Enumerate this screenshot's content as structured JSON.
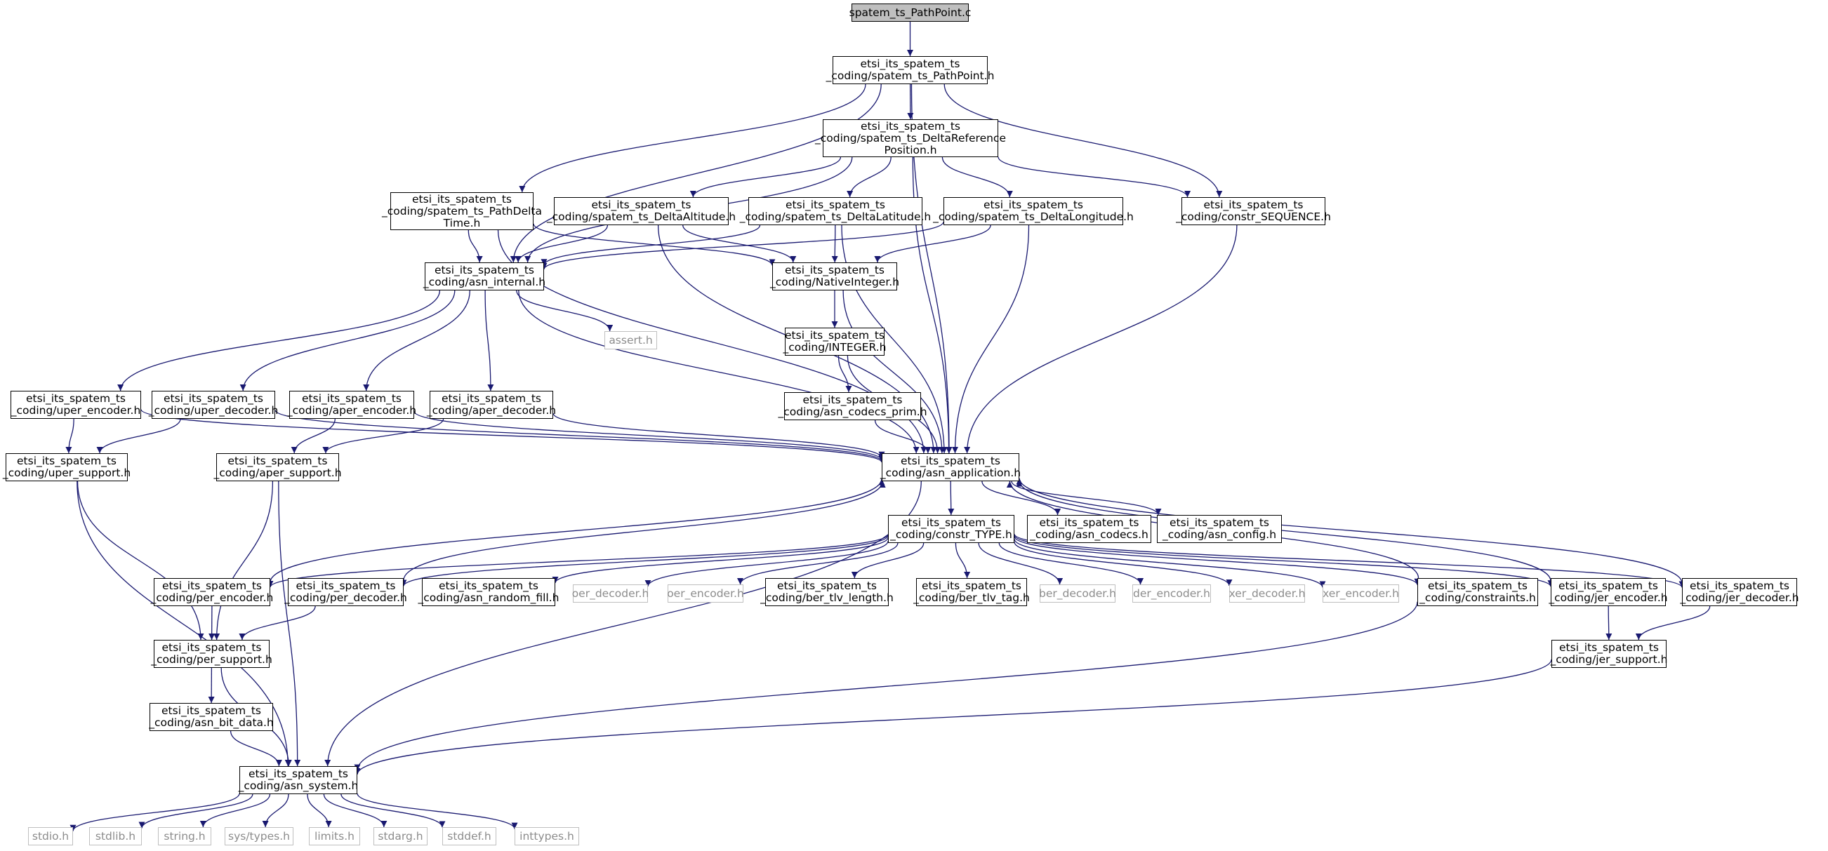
{
  "colors": {
    "edge": "#191970",
    "node_border": "#000000",
    "external_border": "#bfbfbf",
    "external_text": "#8c8c8c",
    "root_fill": "#bfbfbf"
  },
  "nodes": [
    {
      "id": "root",
      "label": "spatem_ts_PathPoint.c",
      "kind": "root"
    },
    {
      "id": "pathpoint",
      "label": "etsi_its_spatem_ts\n_coding/spatem_ts_PathPoint.h",
      "kind": "internal"
    },
    {
      "id": "deltaref",
      "label": "etsi_its_spatem_ts\n_coding/spatem_ts_DeltaReference\nPosition.h",
      "kind": "internal"
    },
    {
      "id": "pathdelta",
      "label": "etsi_its_spatem_ts\n_coding/spatem_ts_PathDelta\nTime.h",
      "kind": "internal"
    },
    {
      "id": "deltaalt",
      "label": "etsi_its_spatem_ts\n_coding/spatem_ts_DeltaAltitude.h",
      "kind": "internal"
    },
    {
      "id": "deltalat",
      "label": "etsi_its_spatem_ts\n_coding/spatem_ts_DeltaLatitude.h",
      "kind": "internal"
    },
    {
      "id": "deltalon",
      "label": "etsi_its_spatem_ts\n_coding/spatem_ts_DeltaLongitude.h",
      "kind": "internal"
    },
    {
      "id": "constrseq",
      "label": "etsi_its_spatem_ts\n_coding/constr_SEQUENCE.h",
      "kind": "internal"
    },
    {
      "id": "asninternal",
      "label": "etsi_its_spatem_ts\n_coding/asn_internal.h",
      "kind": "internal"
    },
    {
      "id": "nativeint",
      "label": "etsi_its_spatem_ts\n_coding/NativeInteger.h",
      "kind": "internal"
    },
    {
      "id": "assert",
      "label": "assert.h",
      "kind": "external"
    },
    {
      "id": "integer",
      "label": "etsi_its_spatem_ts\n_coding/INTEGER.h",
      "kind": "internal"
    },
    {
      "id": "codecsprim",
      "label": "etsi_its_spatem_ts\n_coding/asn_codecs_prim.h",
      "kind": "internal"
    },
    {
      "id": "uperenc",
      "label": "etsi_its_spatem_ts\n_coding/uper_encoder.h",
      "kind": "internal"
    },
    {
      "id": "uperdec",
      "label": "etsi_its_spatem_ts\n_coding/uper_decoder.h",
      "kind": "internal"
    },
    {
      "id": "aperenc",
      "label": "etsi_its_spatem_ts\n_coding/aper_encoder.h",
      "kind": "internal"
    },
    {
      "id": "aperdec",
      "label": "etsi_its_spatem_ts\n_coding/aper_decoder.h",
      "kind": "internal"
    },
    {
      "id": "upersup",
      "label": "etsi_its_spatem_ts\n_coding/uper_support.h",
      "kind": "internal"
    },
    {
      "id": "apersup",
      "label": "etsi_its_spatem_ts\n_coding/aper_support.h",
      "kind": "internal"
    },
    {
      "id": "asnapp",
      "label": "etsi_its_spatem_ts\n_coding/asn_application.h",
      "kind": "internal"
    },
    {
      "id": "constrtype",
      "label": "etsi_its_spatem_ts\n_coding/constr_TYPE.h",
      "kind": "internal"
    },
    {
      "id": "asncodecs",
      "label": "etsi_its_spatem_ts\n_coding/asn_codecs.h",
      "kind": "internal"
    },
    {
      "id": "asnconfig",
      "label": "etsi_its_spatem_ts\n_coding/asn_config.h",
      "kind": "internal"
    },
    {
      "id": "perenc",
      "label": "etsi_its_spatem_ts\n_coding/per_encoder.h",
      "kind": "internal"
    },
    {
      "id": "perdec",
      "label": "etsi_its_spatem_ts\n_coding/per_decoder.h",
      "kind": "internal"
    },
    {
      "id": "randfill",
      "label": "etsi_its_spatem_ts\n_coding/asn_random_fill.h",
      "kind": "internal"
    },
    {
      "id": "oerdec",
      "label": "oer_decoder.h",
      "kind": "external"
    },
    {
      "id": "oerenc",
      "label": "oer_encoder.h",
      "kind": "external"
    },
    {
      "id": "bertlvlen",
      "label": "etsi_its_spatem_ts\n_coding/ber_tlv_length.h",
      "kind": "internal"
    },
    {
      "id": "bertlvtag",
      "label": "etsi_its_spatem_ts\n_coding/ber_tlv_tag.h",
      "kind": "internal"
    },
    {
      "id": "berdec",
      "label": "ber_decoder.h",
      "kind": "external"
    },
    {
      "id": "derenc",
      "label": "der_encoder.h",
      "kind": "external"
    },
    {
      "id": "xerdec",
      "label": "xer_decoder.h",
      "kind": "external"
    },
    {
      "id": "xerenc",
      "label": "xer_encoder.h",
      "kind": "external"
    },
    {
      "id": "constraints",
      "label": "etsi_its_spatem_ts\n_coding/constraints.h",
      "kind": "internal"
    },
    {
      "id": "jerenc",
      "label": "etsi_its_spatem_ts\n_coding/jer_encoder.h",
      "kind": "internal"
    },
    {
      "id": "jerdec",
      "label": "etsi_its_spatem_ts\n_coding/jer_decoder.h",
      "kind": "internal"
    },
    {
      "id": "persup",
      "label": "etsi_its_spatem_ts\n_coding/per_support.h",
      "kind": "internal"
    },
    {
      "id": "jersup",
      "label": "etsi_its_spatem_ts\n_coding/jer_support.h",
      "kind": "internal"
    },
    {
      "id": "bitdata",
      "label": "etsi_its_spatem_ts\n_coding/asn_bit_data.h",
      "kind": "internal"
    },
    {
      "id": "asnsystem",
      "label": "etsi_its_spatem_ts\n_coding/asn_system.h",
      "kind": "internal"
    },
    {
      "id": "stdio",
      "label": "stdio.h",
      "kind": "external"
    },
    {
      "id": "stdlib",
      "label": "stdlib.h",
      "kind": "external"
    },
    {
      "id": "string",
      "label": "string.h",
      "kind": "external"
    },
    {
      "id": "systypes",
      "label": "sys/types.h",
      "kind": "external"
    },
    {
      "id": "limits",
      "label": "limits.h",
      "kind": "external"
    },
    {
      "id": "stdarg",
      "label": "stdarg.h",
      "kind": "external"
    },
    {
      "id": "stddef",
      "label": "stddef.h",
      "kind": "external"
    },
    {
      "id": "inttypes",
      "label": "inttypes.h",
      "kind": "external"
    }
  ],
  "edges": [
    [
      "root",
      "pathpoint"
    ],
    [
      "pathpoint",
      "deltaref"
    ],
    [
      "pathpoint",
      "pathdelta"
    ],
    [
      "pathpoint",
      "asninternal"
    ],
    [
      "pathpoint",
      "constrseq"
    ],
    [
      "pathpoint",
      "asnapp"
    ],
    [
      "deltaref",
      "deltaalt"
    ],
    [
      "deltaref",
      "deltalat"
    ],
    [
      "deltaref",
      "deltalon"
    ],
    [
      "deltaref",
      "constrseq"
    ],
    [
      "deltaref",
      "asninternal"
    ],
    [
      "deltaref",
      "asnapp"
    ],
    [
      "pathdelta",
      "asninternal"
    ],
    [
      "pathdelta",
      "nativeint"
    ],
    [
      "pathdelta",
      "asnapp"
    ],
    [
      "deltaalt",
      "asninternal"
    ],
    [
      "deltaalt",
      "nativeint"
    ],
    [
      "deltaalt",
      "asnapp"
    ],
    [
      "deltalat",
      "asninternal"
    ],
    [
      "deltalat",
      "nativeint"
    ],
    [
      "deltalat",
      "asnapp"
    ],
    [
      "deltalon",
      "asninternal"
    ],
    [
      "deltalon",
      "nativeint"
    ],
    [
      "deltalon",
      "asnapp"
    ],
    [
      "constrseq",
      "asnapp"
    ],
    [
      "asninternal",
      "assert"
    ],
    [
      "asninternal",
      "uperenc"
    ],
    [
      "asninternal",
      "uperdec"
    ],
    [
      "asninternal",
      "aperenc"
    ],
    [
      "asninternal",
      "aperdec"
    ],
    [
      "asninternal",
      "asnapp"
    ],
    [
      "nativeint",
      "integer"
    ],
    [
      "nativeint",
      "asnapp"
    ],
    [
      "integer",
      "codecsprim"
    ],
    [
      "integer",
      "asnapp"
    ],
    [
      "codecsprim",
      "asnapp"
    ],
    [
      "uperenc",
      "upersup"
    ],
    [
      "uperenc",
      "asnapp"
    ],
    [
      "uperdec",
      "upersup"
    ],
    [
      "uperdec",
      "asnapp"
    ],
    [
      "aperenc",
      "apersup"
    ],
    [
      "aperenc",
      "asnapp"
    ],
    [
      "aperdec",
      "apersup"
    ],
    [
      "aperdec",
      "asnapp"
    ],
    [
      "upersup",
      "persup"
    ],
    [
      "upersup",
      "asnsystem"
    ],
    [
      "apersup",
      "persup"
    ],
    [
      "apersup",
      "asnsystem"
    ],
    [
      "asnapp",
      "constrtype"
    ],
    [
      "asnapp",
      "asncodecs"
    ],
    [
      "asnapp",
      "asnconfig"
    ],
    [
      "asnapp",
      "asnsystem"
    ],
    [
      "constrtype",
      "perenc"
    ],
    [
      "constrtype",
      "perdec"
    ],
    [
      "constrtype",
      "randfill"
    ],
    [
      "constrtype",
      "oerdec"
    ],
    [
      "constrtype",
      "oerenc"
    ],
    [
      "constrtype",
      "bertlvlen"
    ],
    [
      "constrtype",
      "bertlvtag"
    ],
    [
      "constrtype",
      "berdec"
    ],
    [
      "constrtype",
      "derenc"
    ],
    [
      "constrtype",
      "xerdec"
    ],
    [
      "constrtype",
      "xerenc"
    ],
    [
      "constrtype",
      "constraints"
    ],
    [
      "constrtype",
      "jerenc"
    ],
    [
      "constrtype",
      "jerdec"
    ],
    [
      "perenc",
      "asnapp"
    ],
    [
      "perenc",
      "persup"
    ],
    [
      "perdec",
      "asnapp"
    ],
    [
      "perdec",
      "persup"
    ],
    [
      "constraints",
      "asnapp"
    ],
    [
      "constraints",
      "asnsystem"
    ],
    [
      "jerenc",
      "asnapp"
    ],
    [
      "jerenc",
      "jersup"
    ],
    [
      "jerdec",
      "asnapp"
    ],
    [
      "jerdec",
      "jersup"
    ],
    [
      "persup",
      "bitdata"
    ],
    [
      "persup",
      "asnsystem"
    ],
    [
      "jersup",
      "asnsystem"
    ],
    [
      "bitdata",
      "asnsystem"
    ],
    [
      "asnsystem",
      "stdio"
    ],
    [
      "asnsystem",
      "stdlib"
    ],
    [
      "asnsystem",
      "string"
    ],
    [
      "asnsystem",
      "systypes"
    ],
    [
      "asnsystem",
      "limits"
    ],
    [
      "asnsystem",
      "stdarg"
    ],
    [
      "asnsystem",
      "stddef"
    ],
    [
      "asnsystem",
      "inttypes"
    ]
  ]
}
